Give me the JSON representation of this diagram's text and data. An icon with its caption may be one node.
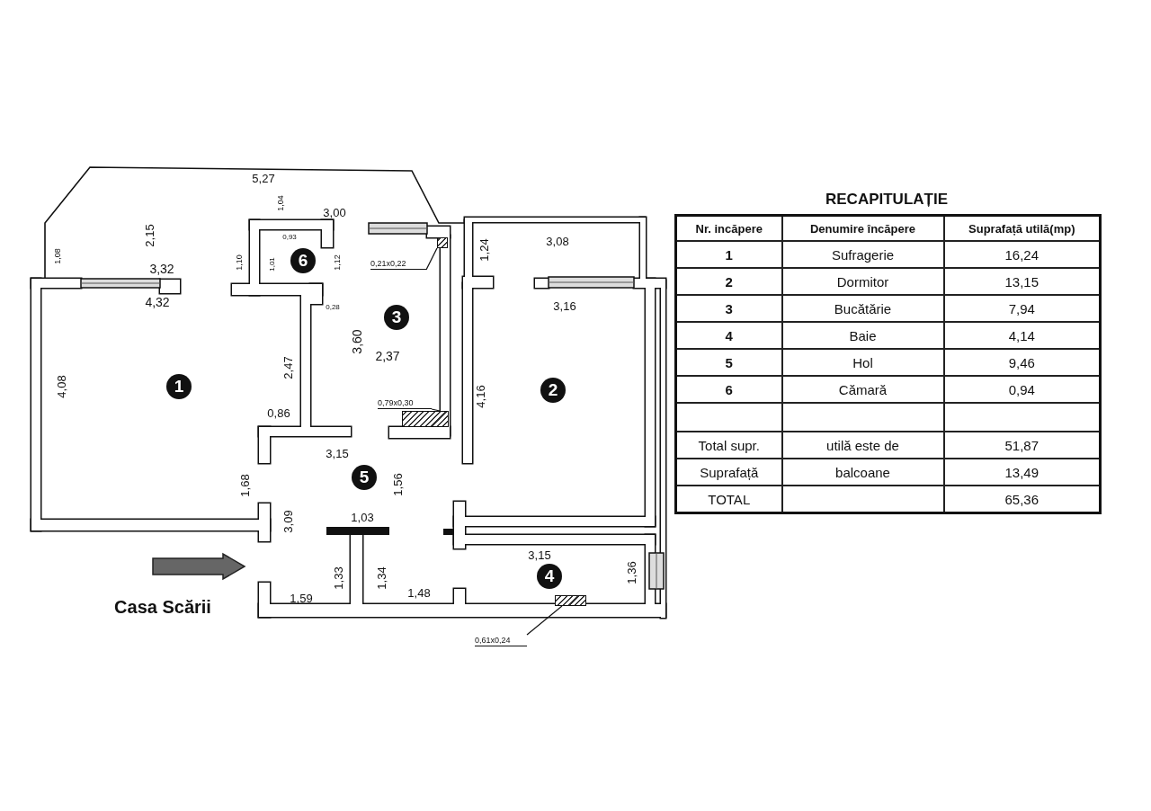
{
  "diagram": {
    "nodes": [
      {
        "text": [
          "6"
        ]
      },
      {
        "text": [
          "3"
        ]
      },
      {
        "text": [
          "1"
        ]
      },
      {
        "text": [
          "2"
        ]
      },
      {
        "text": [
          "5"
        ]
      },
      {
        "text": [
          "4"
        ]
      },
      {
        "text": [
          "0,21x0,22"
        ]
      },
      {
        "text": [],
        "shape": "box"
      },
      {
        "text": [
          "0,79x0,30"
        ]
      },
      {
        "text": [],
        "shape": "box"
      },
      {
        "text": [
          "0,61x0,24"
        ]
      },
      {
        "text": [],
        "shape": "box"
      }
    ],
    "edges": [
      {
        "from": 6,
        "to": 7,
        "arrow": "none"
      },
      {
        "from": 8,
        "to": 9,
        "arrow": "none"
      },
      {
        "from": 10,
        "to": 11,
        "arrow": "none"
      }
    ],
    "labels": [
      "5,27",
      "1,04",
      "3,00",
      "2,15",
      "1,24",
      "3,08",
      "1,08",
      "0,93",
      "1,10",
      "1,01",
      "1,12",
      "3,32",
      "4,32",
      "3,16",
      "0,28",
      "3,60",
      "2,37",
      "2,47",
      "4,08",
      "4,16",
      "0,86",
      "3,15",
      "1,68",
      "1,56",
      "3,09",
      "1,03",
      "3,15",
      "1,33",
      "1,34",
      "1,36",
      "1,59",
      "1,48",
      "Casa Scării",
      "RECAPITULAȚIE",
      "Nr. incăpere",
      "Denumire încăpere",
      "Suprafață utilă(mp)",
      "1",
      "Sufragerie",
      "16,24",
      "2",
      "Dormitor",
      "13,15",
      "3",
      "Bucătărie",
      "7,94",
      "4",
      "Baie",
      "4,14",
      "5",
      "Hol",
      "9,46",
      "6",
      "Cămară",
      "0,94",
      "Total supr.",
      "utilă este de",
      "51,87",
      "Suprafață",
      "balcoane",
      "13,49",
      "TOTAL",
      "65,36"
    ]
  }
}
